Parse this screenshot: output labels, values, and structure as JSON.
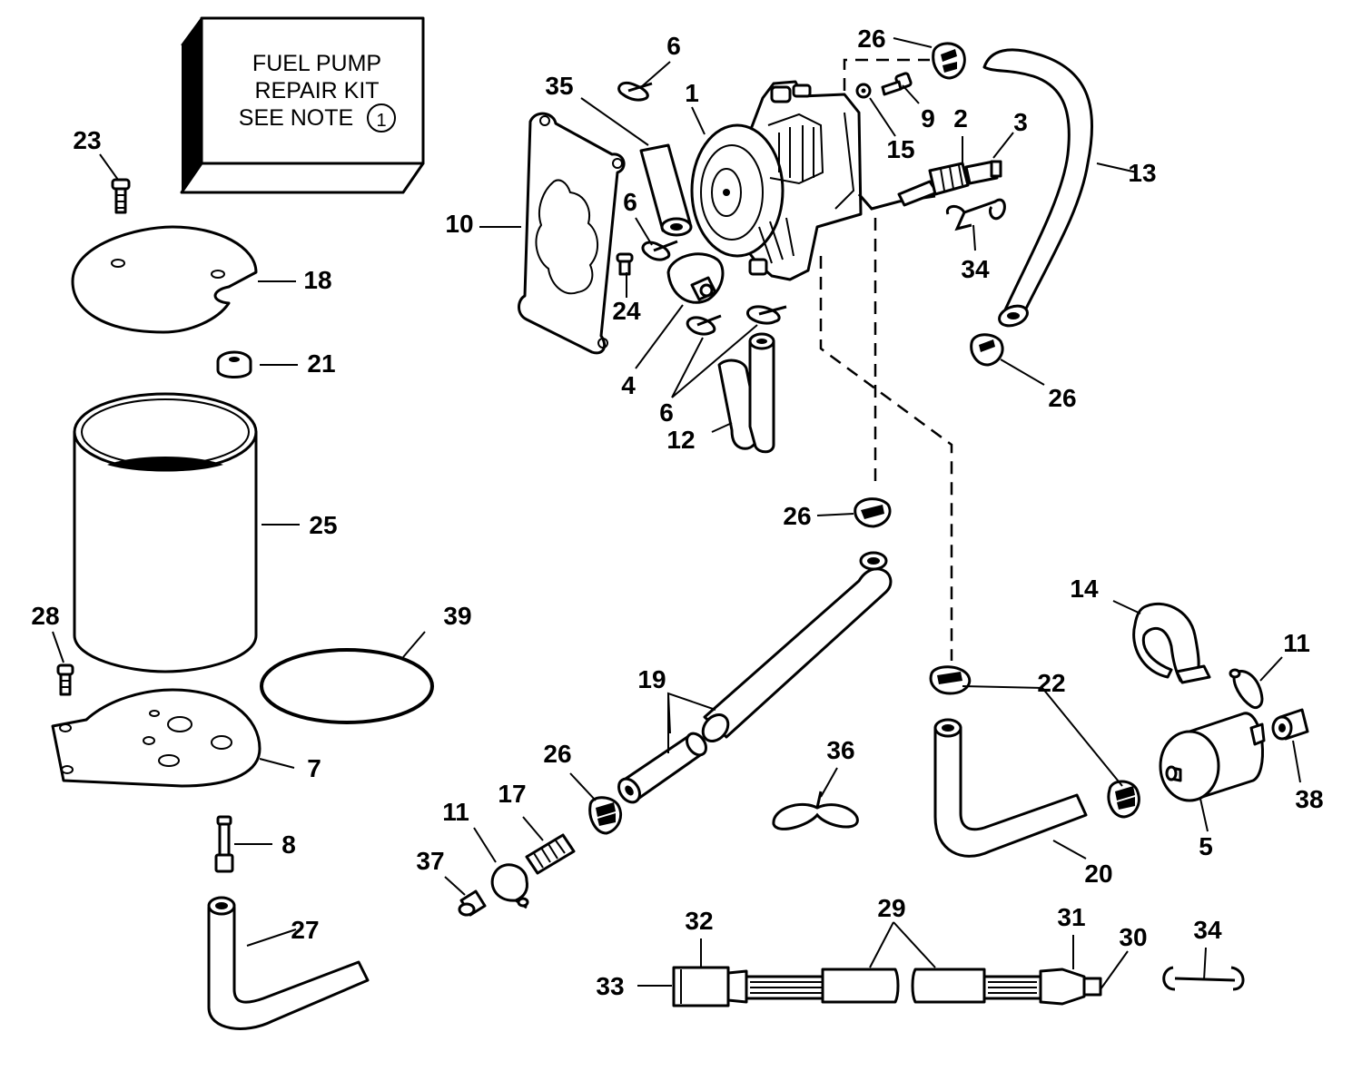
{
  "kit_label": {
    "line1": "FUEL PUMP",
    "line2": "REPAIR KIT",
    "line3": "SEE NOTE",
    "note_number": "1"
  },
  "callouts": {
    "n1": "1",
    "n2": "2",
    "n3": "3",
    "n4": "4",
    "n5": "5",
    "n6a": "6",
    "n6b": "6",
    "n6c": "6",
    "n7": "7",
    "n8": "8",
    "n9": "9",
    "n10": "10",
    "n11a": "11",
    "n11b": "11",
    "n12": "12",
    "n13": "13",
    "n14": "14",
    "n15": "15",
    "n17": "17",
    "n18": "18",
    "n19": "19",
    "n20": "20",
    "n21": "21",
    "n22": "22",
    "n23": "23",
    "n24": "24",
    "n25": "25",
    "n26a": "26",
    "n26b": "26",
    "n26c": "26",
    "n26d": "26",
    "n27": "27",
    "n28": "28",
    "n29": "29",
    "n30": "30",
    "n31": "31",
    "n32": "32",
    "n33": "33",
    "n34a": "34",
    "n34b": "34",
    "n35": "35",
    "n36": "36",
    "n37": "37",
    "n38": "38",
    "n39": "39"
  }
}
